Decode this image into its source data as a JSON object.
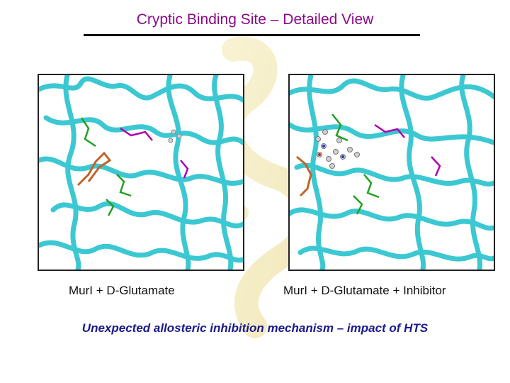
{
  "slide": {
    "title": "Cryptic Binding Site – Detailed View",
    "caption_left": "MurI + D-Glutamate",
    "caption_right": "MurI + D-Glutamate + Inhibitor",
    "subtitle": "Unexpected allosteric inhibition mechanism – impact of HTS"
  },
  "colors": {
    "title": "#8b0a8b",
    "subtitle": "#1a1a8c",
    "ribbon": "#3cc8d2",
    "green_residues": "#22a022",
    "magenta_residues": "#b000b0",
    "orange_ligand": "#c0632a",
    "inhibitor": "#d0d0d0"
  }
}
